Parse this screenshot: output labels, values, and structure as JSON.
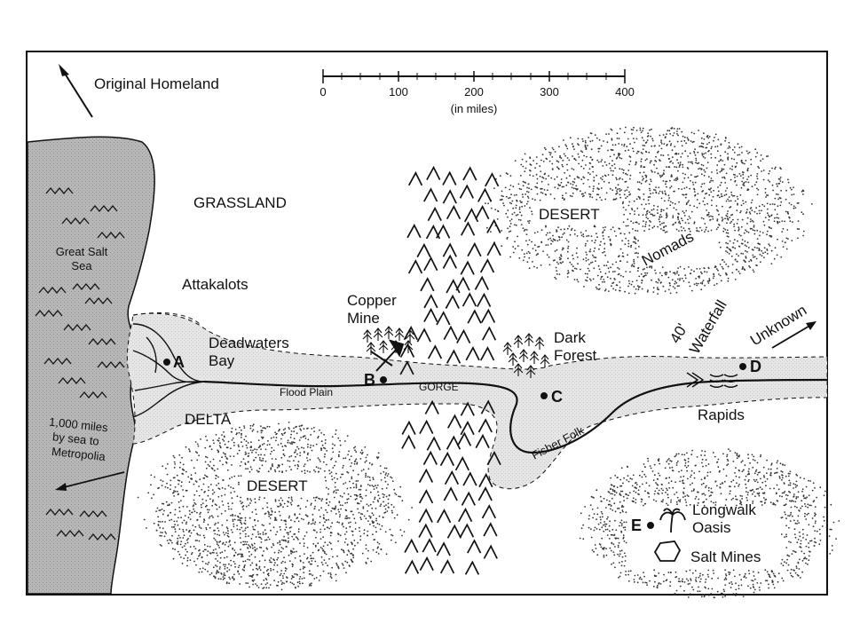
{
  "title_labels": {
    "original_homeland": "Original Homeland",
    "grassland": "GRASSLAND",
    "great_salt_sea": [
      "Great Salt",
      "Sea"
    ],
    "attakalots": "Attakalots",
    "copper_mine": [
      "Copper",
      "Mine"
    ],
    "deadwaters_bay": [
      "Deadwaters",
      "Bay"
    ],
    "flood_plain": "Flood Plain",
    "gorge": "GORGE",
    "delta": "DELTA",
    "desert_north": "DESERT",
    "desert_south": "DESERT",
    "nomads": "Nomads",
    "dark_forest": [
      "Dark",
      "Forest"
    ],
    "waterfall": [
      "40'",
      "Waterfall"
    ],
    "unknown": "Unknown",
    "rapids": "Rapids",
    "fisher_folk": "Fisher Folk",
    "sea_route": [
      "1,000 miles",
      "by sea to",
      "Metropolia"
    ],
    "longwalk_oasis": [
      "Longwalk",
      "Oasis"
    ],
    "salt_mines": "Salt Mines"
  },
  "points": {
    "A": "A",
    "B": "B",
    "C": "C",
    "D": "D",
    "E": "E"
  },
  "scale_bar": {
    "ticks": [
      "0",
      "100",
      "200",
      "300",
      "400"
    ],
    "caption": "(in miles)"
  },
  "colors": {
    "sea": "#bdbdbd",
    "river_plain": "#e2e2e2",
    "ink": "#111111"
  }
}
